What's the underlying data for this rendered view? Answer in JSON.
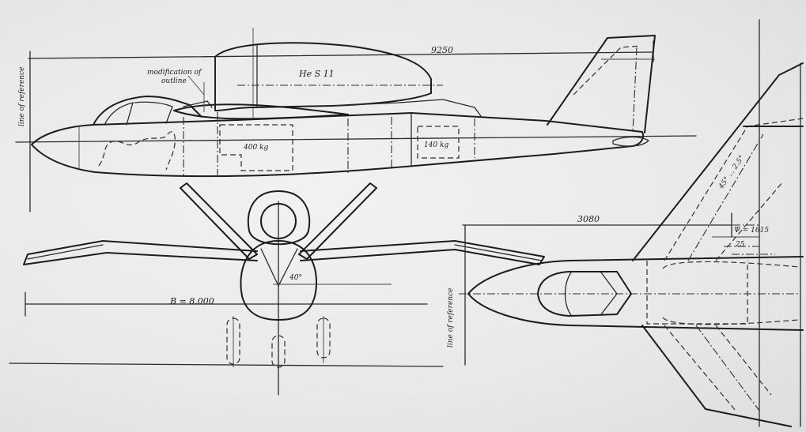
{
  "labels": {
    "modification_line1": "modification of",
    "modification_line2": "outline",
    "engine": "He S 11",
    "length_dim": "9250",
    "mass_fwd": "400 kg",
    "mass_aft": "140 kg",
    "ref_side": "line of reference",
    "ref_plan": "line of reference",
    "span_dim": "B = 8.000",
    "angle": "40°",
    "wing_dim": "3080",
    "sweep": "45° ... 2.5°",
    "rib_mark": "Ψ = 1615",
    "stat_mark": "25"
  }
}
